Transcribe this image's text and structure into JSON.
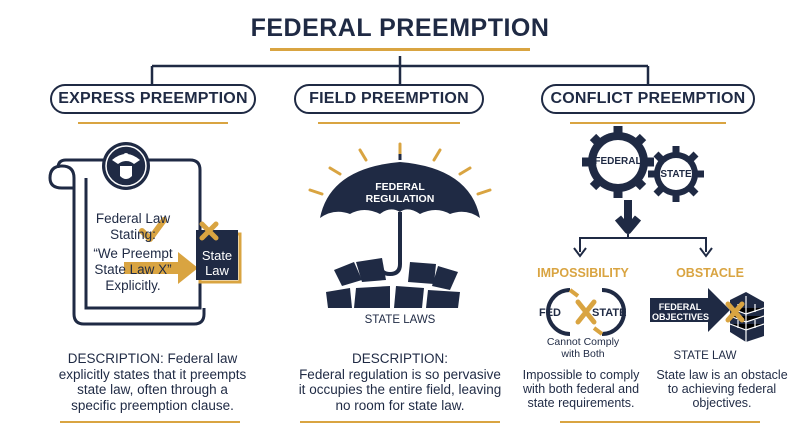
{
  "title": "FEDERAL PREEMPTION",
  "columns": {
    "express": {
      "header": "EXPRESS PREEMPTION",
      "scroll_text_1": "Federal Law",
      "scroll_text_2": "Stating:",
      "scroll_text_3": "“We Preempt",
      "scroll_text_4": "State Law X”",
      "scroll_text_5": "Explicitly.",
      "box_line_1": "State",
      "box_line_2": "Law",
      "desc_1": "DESCRIPTION: Federal law",
      "desc_2": "explicitly states that it preempts",
      "desc_3": "state law, often through a",
      "desc_4": "specific preemption clause."
    },
    "field": {
      "header": "FIELD PREEMPTION",
      "umbrella_line_1": "FEDERAL",
      "umbrella_line_2": "REGULATION",
      "state_laws": "STATE LAWS",
      "desc_1": "DESCRIPTION:",
      "desc_2": "Federal regulation is so pervasive",
      "desc_3": "it occupies the entire field, leaving",
      "desc_4": "no room for state law."
    },
    "conflict": {
      "header": "CONFLICT PREEMPTION",
      "gear_federal": "FEDERAL",
      "gear_state": "STATE",
      "impossibility": {
        "label": "IMPOSSIBILITY",
        "fed": "FED",
        "state": "STATE",
        "note_1": "Cannot Comply",
        "note_2": "with Both",
        "desc_1": "Impossible to comply",
        "desc_2": "with both federal and",
        "desc_3": "state requirements."
      },
      "obstacle": {
        "label": "OBSTACLE",
        "arrow_1": "FEDERAL",
        "arrow_2": "OBJECTIVES",
        "state_law": "STATE LAW",
        "desc_1": "State law is an obstacle",
        "desc_2": "to achieving federal",
        "desc_3": "objectives."
      }
    }
  },
  "colors": {
    "navy": "#1f2a44",
    "gold": "#d9a441"
  }
}
